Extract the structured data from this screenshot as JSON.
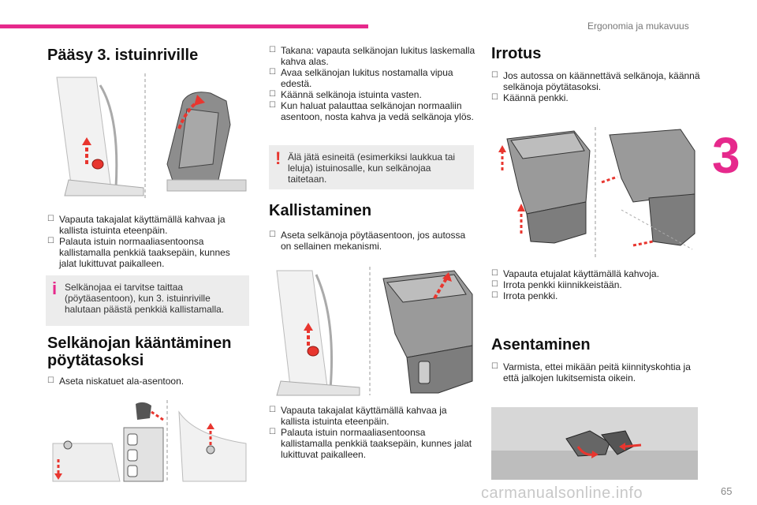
{
  "header": {
    "section_label": "Ergonomia ja mukavuus",
    "chapter_number": "3",
    "page_number": "65"
  },
  "footer": {
    "watermark": "carmanualsonline.info"
  },
  "colors": {
    "accent": "#e6298c",
    "arrow_red": "#e8362f",
    "note_bg": "#ececec"
  },
  "col1": {
    "title": "Pääsy 3. istuinriville",
    "steps": [
      "Vapauta takajalat käyttämällä kahvaa ja kallista istuinta eteenpäin.",
      "Palauta istuin normaaliasentoonsa kallistamalla penkkiä taaksepäin, kunnes jalat lukittuvat paikalleen."
    ],
    "info_note": "Selkänojaa ei tarvitse taittaa (pöytäasentoon), kun 3. istuinriville halutaan päästä penkkiä kallistamalla.",
    "subtitle": "Selkänojan kääntäminen pöytätasoksi",
    "step2": "Aseta niskatuet ala-asentoon."
  },
  "col2": {
    "steps": [
      "Takana: vapauta selkänojan lukitus laskemalla kahva alas.",
      "Avaa selkänojan lukitus nostamalla vipua edestä.",
      "Käännä selkänoja istuinta vasten.",
      "Kun haluat palauttaa selkänojan normaaliin asentoon, nosta kahva ja vedä selkänoja ylös."
    ],
    "warning_note": "Älä jätä esineitä (esimerkiksi laukkua tai leluja) istuinosalle, kun selkänojaa taitetaan.",
    "title": "Kallistaminen",
    "steps2": [
      "Aseta selkänoja pöytäasentoon, jos autossa on sellainen mekanismi."
    ],
    "steps3": [
      "Vapauta takajalat käyttämällä kahvaa ja kallista istuinta eteenpäin.",
      "Palauta istuin normaaliasentoonsa kallistamalla penkkiä taaksepäin, kunnes jalat lukittuvat paikalleen."
    ]
  },
  "col3": {
    "title": "Irrotus",
    "steps": [
      "Jos autossa on käännettävä selkänoja, käännä selkänoja pöytätasoksi.",
      "Käännä penkki."
    ],
    "steps2": [
      "Vapauta etujalat käyttämällä kahvoja.",
      "Irrota penkki kiinnikkeistään.",
      "Irrota penkki."
    ],
    "title2": "Asentaminen",
    "steps3": [
      "Varmista, ettei mikään peitä kiinnityskohtia ja että jalkojen lukitsemista oikein."
    ]
  }
}
